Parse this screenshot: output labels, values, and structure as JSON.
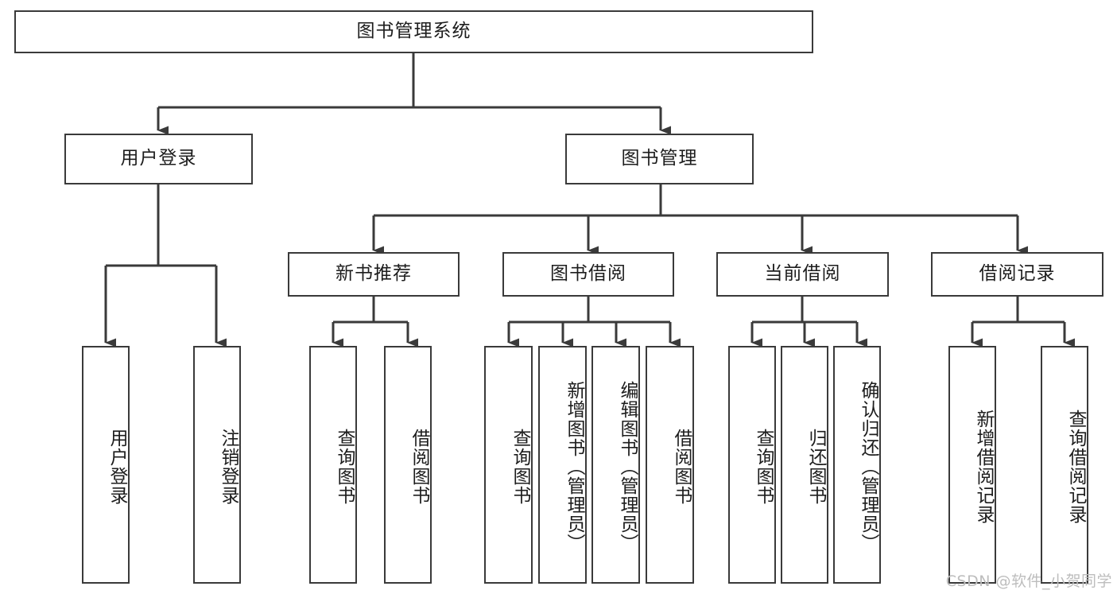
{
  "diagram": {
    "type": "tree-hierarchy",
    "title": "图书管理系统",
    "watermark": "CSDN @软件_小贺同学",
    "colors": {
      "stroke": "#3a3a3a",
      "fill": "#ffffff",
      "text": "#1d1d1d",
      "watermark": "#bdbdbd"
    },
    "levels": [
      {
        "level": 1,
        "nodes": [
          {
            "id": "root",
            "label": "图书管理系统",
            "orientation": "horizontal"
          }
        ]
      },
      {
        "level": 2,
        "nodes": [
          {
            "id": "user-login",
            "label": "用户登录",
            "orientation": "horizontal",
            "parent": "root"
          },
          {
            "id": "book-manage",
            "label": "图书管理",
            "orientation": "horizontal",
            "parent": "root"
          }
        ]
      },
      {
        "level": 3,
        "nodes": [
          {
            "id": "new-book-rec",
            "label": "新书推荐",
            "orientation": "horizontal",
            "parent": "book-manage"
          },
          {
            "id": "book-borrow",
            "label": "图书借阅",
            "orientation": "horizontal",
            "parent": "book-manage"
          },
          {
            "id": "current-borrow",
            "label": "当前借阅",
            "orientation": "horizontal",
            "parent": "book-manage"
          },
          {
            "id": "borrow-record",
            "label": "借阅记录",
            "orientation": "horizontal",
            "parent": "book-manage"
          }
        ]
      },
      {
        "level": 4,
        "nodes": [
          {
            "id": "leaf-user-login",
            "label": "用户登录",
            "orientation": "vertical",
            "parent": "user-login"
          },
          {
            "id": "leaf-user-logout",
            "label": "注销登录",
            "orientation": "vertical",
            "parent": "user-login"
          },
          {
            "id": "leaf-rec-query",
            "label": "查询图书",
            "orientation": "vertical",
            "parent": "new-book-rec"
          },
          {
            "id": "leaf-rec-borrow",
            "label": "借阅图书",
            "orientation": "vertical",
            "parent": "new-book-rec"
          },
          {
            "id": "leaf-borrow-query",
            "label": "查询图书",
            "orientation": "vertical",
            "parent": "book-borrow"
          },
          {
            "id": "leaf-borrow-add",
            "label": "新增图书（管理员）",
            "orientation": "vertical",
            "parent": "book-borrow"
          },
          {
            "id": "leaf-borrow-edit",
            "label": "编辑图书（管理员）",
            "orientation": "vertical",
            "parent": "book-borrow"
          },
          {
            "id": "leaf-borrow-lend",
            "label": "借阅图书",
            "orientation": "vertical",
            "parent": "book-borrow"
          },
          {
            "id": "leaf-cur-query",
            "label": "查询图书",
            "orientation": "vertical",
            "parent": "current-borrow"
          },
          {
            "id": "leaf-cur-return",
            "label": "归还图书",
            "orientation": "vertical",
            "parent": "current-borrow"
          },
          {
            "id": "leaf-cur-confirm",
            "label": "确认归还（管理员）",
            "orientation": "vertical",
            "parent": "current-borrow"
          },
          {
            "id": "leaf-rec-add",
            "label": "新增借阅记录",
            "orientation": "vertical",
            "parent": "borrow-record"
          },
          {
            "id": "leaf-rec-search",
            "label": "查询借阅记录",
            "orientation": "vertical",
            "parent": "borrow-record"
          }
        ]
      }
    ]
  }
}
